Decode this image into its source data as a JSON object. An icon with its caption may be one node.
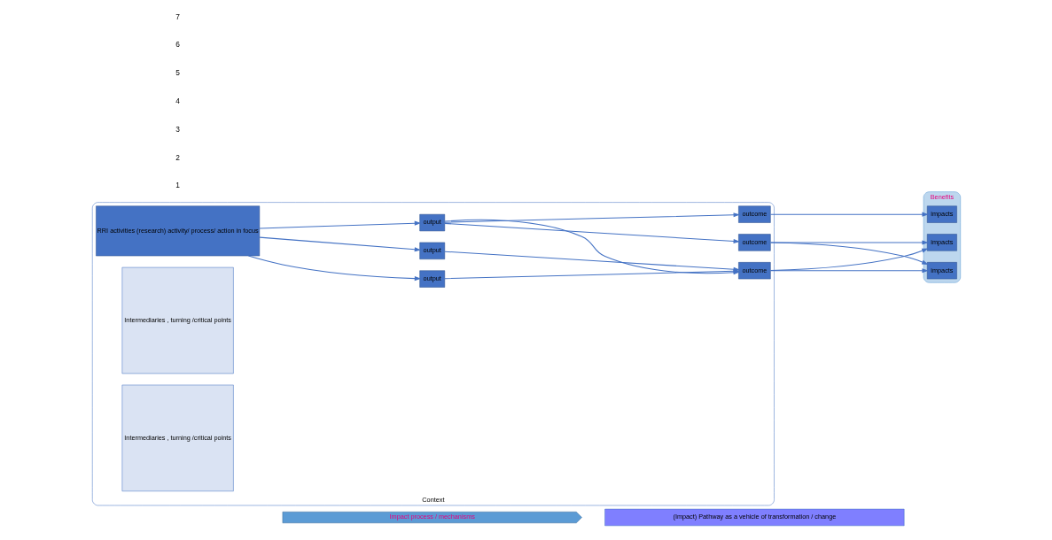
{
  "diagram": {
    "nodes": [
      {
        "text": [
          "Context"
        ]
      },
      {
        "text": [
          "RRI activities (research) activity/ process/ action in focus"
        ],
        "in": 0
      },
      {
        "text": [
          "output"
        ],
        "in": 0
      },
      {
        "text": [
          "output"
        ],
        "in": 0
      },
      {
        "text": [
          "output"
        ],
        "in": 0
      },
      {
        "text": [
          "Intermediaries , turning /critical points"
        ],
        "in": 0
      },
      {
        "text": [
          "outcome"
        ],
        "in": 0
      },
      {
        "text": [
          "outcome"
        ],
        "in": 0
      },
      {
        "text": [
          "outcome"
        ],
        "in": 0
      },
      {
        "text": [
          "Intermediaries , turning /critical points"
        ],
        "in": 0
      },
      {
        "text": [
          "Benefits"
        ]
      },
      {
        "text": [
          "impacts"
        ],
        "in": 10
      },
      {
        "text": [
          "impacts"
        ],
        "in": 10
      },
      {
        "text": [
          "impacts"
        ],
        "in": 10
      },
      {
        "text": [
          "Impact process / mechanisms"
        ]
      },
      {
        "text": [
          "(Impact) Pathway as a vehicle of transformation / change"
        ]
      }
    ],
    "edges": [
      {
        "from": 1,
        "to": 2,
        "arrow": "to"
      },
      {
        "from": 1,
        "to": 3,
        "arrow": "to"
      },
      {
        "from": 1,
        "to": 4,
        "arrow": "to"
      },
      {
        "from": 2,
        "to": 8,
        "arrow": "to"
      },
      {
        "from": 3,
        "to": 6,
        "arrow": "to"
      },
      {
        "from": 3,
        "to": 7,
        "arrow": "to"
      },
      {
        "from": 3,
        "to": 8,
        "arrow": "to"
      },
      {
        "from": 4,
        "to": 8,
        "arrow": "to"
      },
      {
        "from": 6,
        "to": 11,
        "arrow": "to"
      },
      {
        "from": 6,
        "to": 13,
        "arrow": "to"
      },
      {
        "from": 7,
        "to": 12,
        "arrow": "to"
      },
      {
        "from": 8,
        "to": 11,
        "arrow": "to"
      },
      {
        "from": 8,
        "to": 13,
        "arrow": "to"
      }
    ],
    "labels": [
      "1",
      "2",
      "3",
      "4",
      "5",
      "6",
      "7"
    ]
  }
}
